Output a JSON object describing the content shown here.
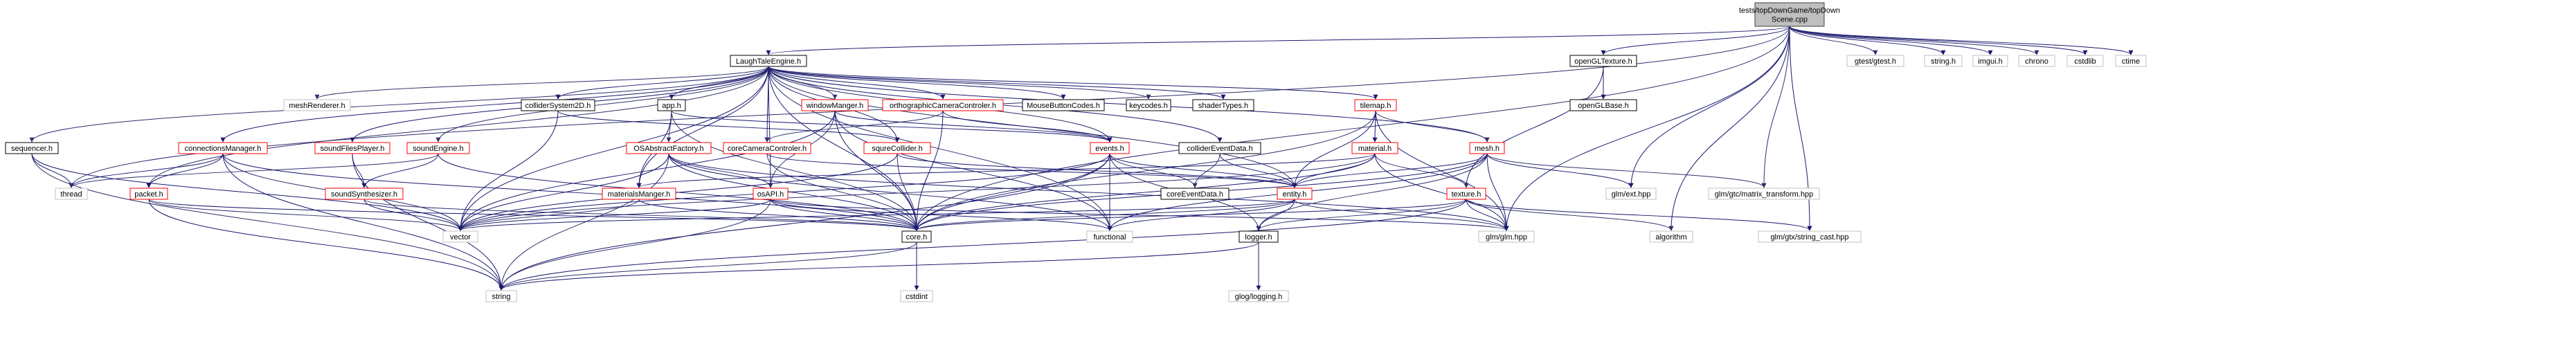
{
  "colors": {
    "default": "#404040",
    "highlight": "#bfbfbf",
    "linked": "#000000",
    "unresolved": "#c0c0c0",
    "ref": "#ff0000",
    "edge_main": "#191970",
    "edge_dark": "#2f2f6f"
  },
  "nodes": [
    {
      "id": "root",
      "lines": [
        "tests/topDownGame/topDown",
        "Scene.cpp"
      ],
      "style": "highlight"
    },
    {
      "id": "engine",
      "lines": [
        "LaughTaleEngine.h"
      ],
      "style": "linked"
    },
    {
      "id": "oglTex",
      "lines": [
        "openGLTexture.h"
      ],
      "style": "linked"
    },
    {
      "id": "gtest",
      "lines": [
        "gtest/gtest.h"
      ],
      "style": "plain"
    },
    {
      "id": "stringh",
      "lines": [
        "string.h"
      ],
      "style": "plain"
    },
    {
      "id": "imgui",
      "lines": [
        "imgui.h"
      ],
      "style": "plain"
    },
    {
      "id": "chrono",
      "lines": [
        "chrono"
      ],
      "style": "plain"
    },
    {
      "id": "cstdlib",
      "lines": [
        "cstdlib"
      ],
      "style": "plain"
    },
    {
      "id": "ctime",
      "lines": [
        "ctime"
      ],
      "style": "plain"
    },
    {
      "id": "oglBase",
      "lines": [
        "openGLBase.h"
      ],
      "style": "linked"
    },
    {
      "id": "meshRenderer",
      "lines": [
        "meshRenderer.h"
      ],
      "style": "plain"
    },
    {
      "id": "colSys2D",
      "lines": [
        "colliderSystem2D.h"
      ],
      "style": "linked"
    },
    {
      "id": "app",
      "lines": [
        "app.h"
      ],
      "style": "linked"
    },
    {
      "id": "winMgr",
      "lines": [
        "windowManger.h"
      ],
      "style": "red"
    },
    {
      "id": "orthoCam",
      "lines": [
        "orthographicCameraControler.h"
      ],
      "style": "red"
    },
    {
      "id": "mouseCodes",
      "lines": [
        "MouseButtonCodes.h"
      ],
      "style": "linked"
    },
    {
      "id": "keycodes",
      "lines": [
        "keycodes.h"
      ],
      "style": "linked"
    },
    {
      "id": "shaderTypes",
      "lines": [
        "shaderTypes.h"
      ],
      "style": "linked"
    },
    {
      "id": "tilemap",
      "lines": [
        "tilemap.h"
      ],
      "style": "red"
    },
    {
      "id": "sequencer",
      "lines": [
        "sequencer.h"
      ],
      "style": "linked"
    },
    {
      "id": "connMgr",
      "lines": [
        "connectionsManager.h"
      ],
      "style": "red"
    },
    {
      "id": "soundFilesPlayer",
      "lines": [
        "soundFilesPlayer.h"
      ],
      "style": "red"
    },
    {
      "id": "soundEngine",
      "lines": [
        "soundEngine.h"
      ],
      "style": "red"
    },
    {
      "id": "osAbsFactory",
      "lines": [
        "OSAbstractFactory.h"
      ],
      "style": "red"
    },
    {
      "id": "coreCamCtrl",
      "lines": [
        "coreCameraControler.h"
      ],
      "style": "red"
    },
    {
      "id": "squreCollider",
      "lines": [
        "squreCollider.h"
      ],
      "style": "red"
    },
    {
      "id": "events",
      "lines": [
        "events.h"
      ],
      "style": "red"
    },
    {
      "id": "colEventData",
      "lines": [
        "colliderEventData.h"
      ],
      "style": "linked"
    },
    {
      "id": "material",
      "lines": [
        "material.h"
      ],
      "style": "red"
    },
    {
      "id": "mesh",
      "lines": [
        "mesh.h"
      ],
      "style": "red"
    },
    {
      "id": "thread",
      "lines": [
        "thread"
      ],
      "style": "plain"
    },
    {
      "id": "packet",
      "lines": [
        "packet.h"
      ],
      "style": "red"
    },
    {
      "id": "soundSynth",
      "lines": [
        "soundSynthesizer.h"
      ],
      "style": "red"
    },
    {
      "id": "materialsMgr",
      "lines": [
        "materialsManger.h"
      ],
      "style": "red"
    },
    {
      "id": "osAPI",
      "lines": [
        "osAPI.h"
      ],
      "style": "red"
    },
    {
      "id": "coreEventData",
      "lines": [
        "coreEventData.h"
      ],
      "style": "linked"
    },
    {
      "id": "entity",
      "lines": [
        "entity.h"
      ],
      "style": "red"
    },
    {
      "id": "texture",
      "lines": [
        "texture.h"
      ],
      "style": "red"
    },
    {
      "id": "glmExt",
      "lines": [
        "glm/ext.hpp"
      ],
      "style": "plain"
    },
    {
      "id": "glmMatTrans",
      "lines": [
        "glm/gtc/matrix_transform.hpp"
      ],
      "style": "plain"
    },
    {
      "id": "vector",
      "lines": [
        "vector"
      ],
      "style": "plain"
    },
    {
      "id": "core",
      "lines": [
        "core.h"
      ],
      "style": "linked"
    },
    {
      "id": "functional",
      "lines": [
        "functional"
      ],
      "style": "plain"
    },
    {
      "id": "logger",
      "lines": [
        "logger.h"
      ],
      "style": "linked"
    },
    {
      "id": "glmGlm",
      "lines": [
        "glm/glm.hpp"
      ],
      "style": "plain"
    },
    {
      "id": "algorithm",
      "lines": [
        "algorithm"
      ],
      "style": "plain"
    },
    {
      "id": "glmStrCast",
      "lines": [
        "glm/gtx/string_cast.hpp"
      ],
      "style": "plain"
    },
    {
      "id": "string",
      "lines": [
        "string"
      ],
      "style": "plain"
    },
    {
      "id": "cstdint",
      "lines": [
        "cstdint"
      ],
      "style": "plain"
    },
    {
      "id": "glogLogging",
      "lines": [
        "glog/logging.h"
      ],
      "style": "plain"
    }
  ],
  "edges": [
    [
      "root",
      "engine"
    ],
    [
      "root",
      "oglTex"
    ],
    [
      "root",
      "gtest"
    ],
    [
      "root",
      "stringh"
    ],
    [
      "root",
      "imgui"
    ],
    [
      "root",
      "chrono"
    ],
    [
      "root",
      "cstdlib"
    ],
    [
      "root",
      "ctime"
    ],
    [
      "root",
      "thread"
    ],
    [
      "root",
      "glmGlm"
    ],
    [
      "root",
      "glmExt"
    ],
    [
      "root",
      "glmMatTrans"
    ],
    [
      "root",
      "glmStrCast"
    ],
    [
      "root",
      "algorithm"
    ],
    [
      "root",
      "core"
    ],
    [
      "oglTex",
      "oglBase"
    ],
    [
      "oglTex",
      "texture"
    ],
    [
      "engine",
      "meshRenderer"
    ],
    [
      "engine",
      "colSys2D"
    ],
    [
      "engine",
      "app"
    ],
    [
      "engine",
      "winMgr"
    ],
    [
      "engine",
      "orthoCam"
    ],
    [
      "engine",
      "mouseCodes"
    ],
    [
      "engine",
      "keycodes"
    ],
    [
      "engine",
      "shaderTypes"
    ],
    [
      "engine",
      "tilemap"
    ],
    [
      "engine",
      "sequencer"
    ],
    [
      "engine",
      "connMgr"
    ],
    [
      "engine",
      "soundFilesPlayer"
    ],
    [
      "engine",
      "soundEngine"
    ],
    [
      "engine",
      "coreCamCtrl"
    ],
    [
      "engine",
      "squreCollider"
    ],
    [
      "engine",
      "events"
    ],
    [
      "engine",
      "colEventData"
    ],
    [
      "engine",
      "mesh"
    ],
    [
      "engine",
      "entity"
    ],
    [
      "engine",
      "core"
    ],
    [
      "engine",
      "vector"
    ],
    [
      "engine",
      "packet"
    ],
    [
      "engine",
      "materialsMgr"
    ],
    [
      "engine",
      "osAPI"
    ],
    [
      "engine",
      "functional"
    ],
    [
      "sequencer",
      "thread"
    ],
    [
      "sequencer",
      "vector"
    ],
    [
      "sequencer",
      "string"
    ],
    [
      "connMgr",
      "packet"
    ],
    [
      "connMgr",
      "thread"
    ],
    [
      "connMgr",
      "vector"
    ],
    [
      "connMgr",
      "string"
    ],
    [
      "connMgr",
      "core"
    ],
    [
      "packet",
      "vector"
    ],
    [
      "packet",
      "string"
    ],
    [
      "packet",
      "core"
    ],
    [
      "soundFilesPlayer",
      "soundSynth"
    ],
    [
      "soundFilesPlayer",
      "string"
    ],
    [
      "soundEngine",
      "soundSynth"
    ],
    [
      "soundEngine",
      "thread"
    ],
    [
      "soundEngine",
      "core"
    ],
    [
      "soundSynth",
      "vector"
    ],
    [
      "soundSynth",
      "core"
    ],
    [
      "colSys2D",
      "squreCollider"
    ],
    [
      "colSys2D",
      "vector"
    ],
    [
      "app",
      "osAbsFactory"
    ],
    [
      "app",
      "materialsMgr"
    ],
    [
      "app",
      "events"
    ],
    [
      "app",
      "core"
    ],
    [
      "winMgr",
      "events"
    ],
    [
      "winMgr",
      "core"
    ],
    [
      "winMgr",
      "osAPI"
    ],
    [
      "winMgr",
      "vector"
    ],
    [
      "winMgr",
      "functional"
    ],
    [
      "orthoCam",
      "coreCamCtrl"
    ],
    [
      "orthoCam",
      "events"
    ],
    [
      "orthoCam",
      "core"
    ],
    [
      "osAbsFactory",
      "osAPI"
    ],
    [
      "osAbsFactory",
      "core"
    ],
    [
      "osAbsFactory",
      "vector"
    ],
    [
      "osAbsFactory",
      "string"
    ],
    [
      "osAbsFactory",
      "glmGlm"
    ],
    [
      "osAbsFactory",
      "functional"
    ],
    [
      "coreCamCtrl",
      "core"
    ],
    [
      "coreCamCtrl",
      "entity"
    ],
    [
      "squreCollider",
      "entity"
    ],
    [
      "squreCollider",
      "core"
    ],
    [
      "squreCollider",
      "vector"
    ],
    [
      "events",
      "entity"
    ],
    [
      "events",
      "coreEventData"
    ],
    [
      "events",
      "core"
    ],
    [
      "events",
      "functional"
    ],
    [
      "events",
      "logger"
    ],
    [
      "events",
      "string"
    ],
    [
      "events",
      "vector"
    ],
    [
      "colEventData",
      "coreEventData"
    ],
    [
      "colEventData",
      "entity"
    ],
    [
      "tilemap",
      "material"
    ],
    [
      "tilemap",
      "mesh"
    ],
    [
      "tilemap",
      "entity"
    ],
    [
      "tilemap",
      "glmGlm"
    ],
    [
      "tilemap",
      "core"
    ],
    [
      "material",
      "materialsMgr"
    ],
    [
      "material",
      "entity"
    ],
    [
      "material",
      "texture"
    ],
    [
      "material",
      "core"
    ],
    [
      "material",
      "glmGlm"
    ],
    [
      "material",
      "vector"
    ],
    [
      "mesh",
      "entity"
    ],
    [
      "mesh",
      "glmExt"
    ],
    [
      "mesh",
      "glmMatTrans"
    ],
    [
      "mesh",
      "glmGlm"
    ],
    [
      "mesh",
      "core"
    ],
    [
      "mesh",
      "logger"
    ],
    [
      "mesh",
      "functional"
    ],
    [
      "materialsMgr",
      "core"
    ],
    [
      "materialsMgr",
      "vector"
    ],
    [
      "osAPI",
      "core"
    ],
    [
      "osAPI",
      "vector"
    ],
    [
      "osAPI",
      "string"
    ],
    [
      "osAPI",
      "glmGlm"
    ],
    [
      "osAPI",
      "functional"
    ],
    [
      "entity",
      "core"
    ],
    [
      "entity",
      "logger"
    ],
    [
      "entity",
      "vector"
    ],
    [
      "entity",
      "glmGlm"
    ],
    [
      "entity",
      "functional"
    ],
    [
      "texture",
      "core"
    ],
    [
      "texture",
      "logger"
    ],
    [
      "texture",
      "glmGlm"
    ],
    [
      "texture",
      "glmStrCast"
    ],
    [
      "texture",
      "algorithm"
    ],
    [
      "texture",
      "string"
    ],
    [
      "core",
      "cstdint"
    ],
    [
      "core",
      "string"
    ],
    [
      "logger",
      "glogLogging"
    ],
    [
      "logger",
      "string"
    ]
  ]
}
